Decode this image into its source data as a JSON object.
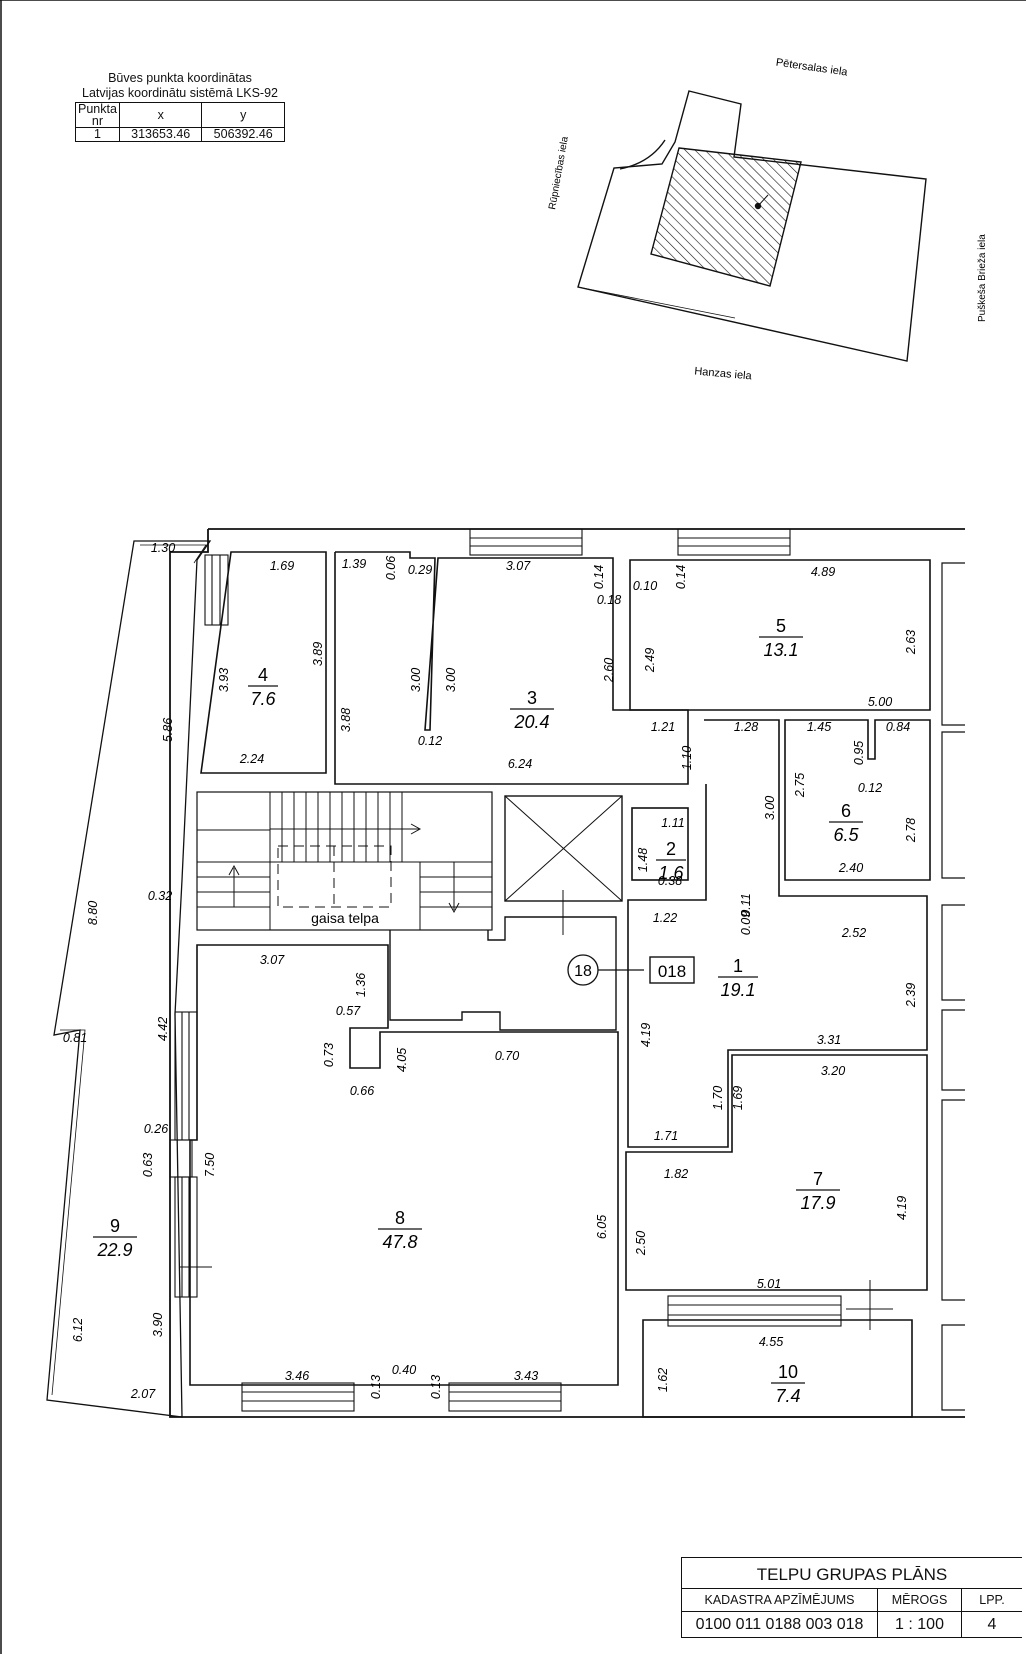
{
  "coordinates_table": {
    "caption_line1": "Būves punkta koordinātas",
    "caption_line2": "Latvijas koordinātu sistēmā LKS-92",
    "header_point_line1": "Punkta",
    "header_point_line2": "nr",
    "header_x": "x",
    "header_y": "y",
    "rows": [
      {
        "nr": "1",
        "x": "313653.46",
        "y": "506392.46"
      }
    ]
  },
  "site_map": {
    "street_north": "Pētersalas iela",
    "street_west": "Rūpniecības iela",
    "street_east": "Puškeša Brieža iela",
    "street_south": "Hanzas iela"
  },
  "rooms": [
    {
      "nr": "1",
      "area": "19.1"
    },
    {
      "nr": "2",
      "area": "1.6"
    },
    {
      "nr": "3",
      "area": "20.4"
    },
    {
      "nr": "4",
      "area": "7.6"
    },
    {
      "nr": "5",
      "area": "13.1"
    },
    {
      "nr": "6",
      "area": "6.5"
    },
    {
      "nr": "7",
      "area": "17.9"
    },
    {
      "nr": "8",
      "area": "47.8"
    },
    {
      "nr": "9",
      "area": "22.9"
    },
    {
      "nr": "10",
      "area": "7.4"
    }
  ],
  "labels": {
    "air_space": "gaisa telpa",
    "circle_marker": "18",
    "box_marker": "018"
  },
  "dimensions": [
    "1.30",
    "1.69",
    "1.39",
    "0.06",
    "0.29",
    "3.07",
    "0.14",
    "0.18",
    "0.10",
    "0.14",
    "4.89",
    "3.93",
    "3.89",
    "3.00",
    "3.00",
    "2.60",
    "2.49",
    "2.63",
    "3.88",
    "0.12",
    "5.00",
    "2.24",
    "6.24",
    "1.21",
    "1.10",
    "1.28",
    "1.45",
    "0.95",
    "0.84",
    "2.75",
    "0.12",
    "2.78",
    "5.86",
    "3.00",
    "2.40",
    "1.11",
    "1.48",
    "0.38",
    "0.32",
    "0.11",
    "0.09",
    "1.22",
    "2.52",
    "8.80",
    "3.07",
    "1.36",
    "2.39",
    "0.57",
    "4.19",
    "3.31",
    "0.73",
    "0.66",
    "4.05",
    "0.70",
    "1.70",
    "1.69",
    "3.20",
    "0.81",
    "4.42",
    "0.26",
    "1.71",
    "0.63",
    "7.50",
    "1.82",
    "4.19",
    "6.05",
    "2.50",
    "5.01",
    "6.12",
    "3.90",
    "4.55",
    "2.07",
    "3.46",
    "0.13",
    "0.40",
    "0.13",
    "3.43",
    "1.62"
  ],
  "title_block": {
    "title": "TELPU GRUPAS PLĀNS",
    "cadastre_label": "KADASTRA APZĪMĒJUMS",
    "scale_label": "MĒROGS",
    "page_label": "LPP.",
    "cadastre_value": "0100 011 0188 003 018",
    "scale_value": "1 : 100",
    "page_value": "4"
  }
}
